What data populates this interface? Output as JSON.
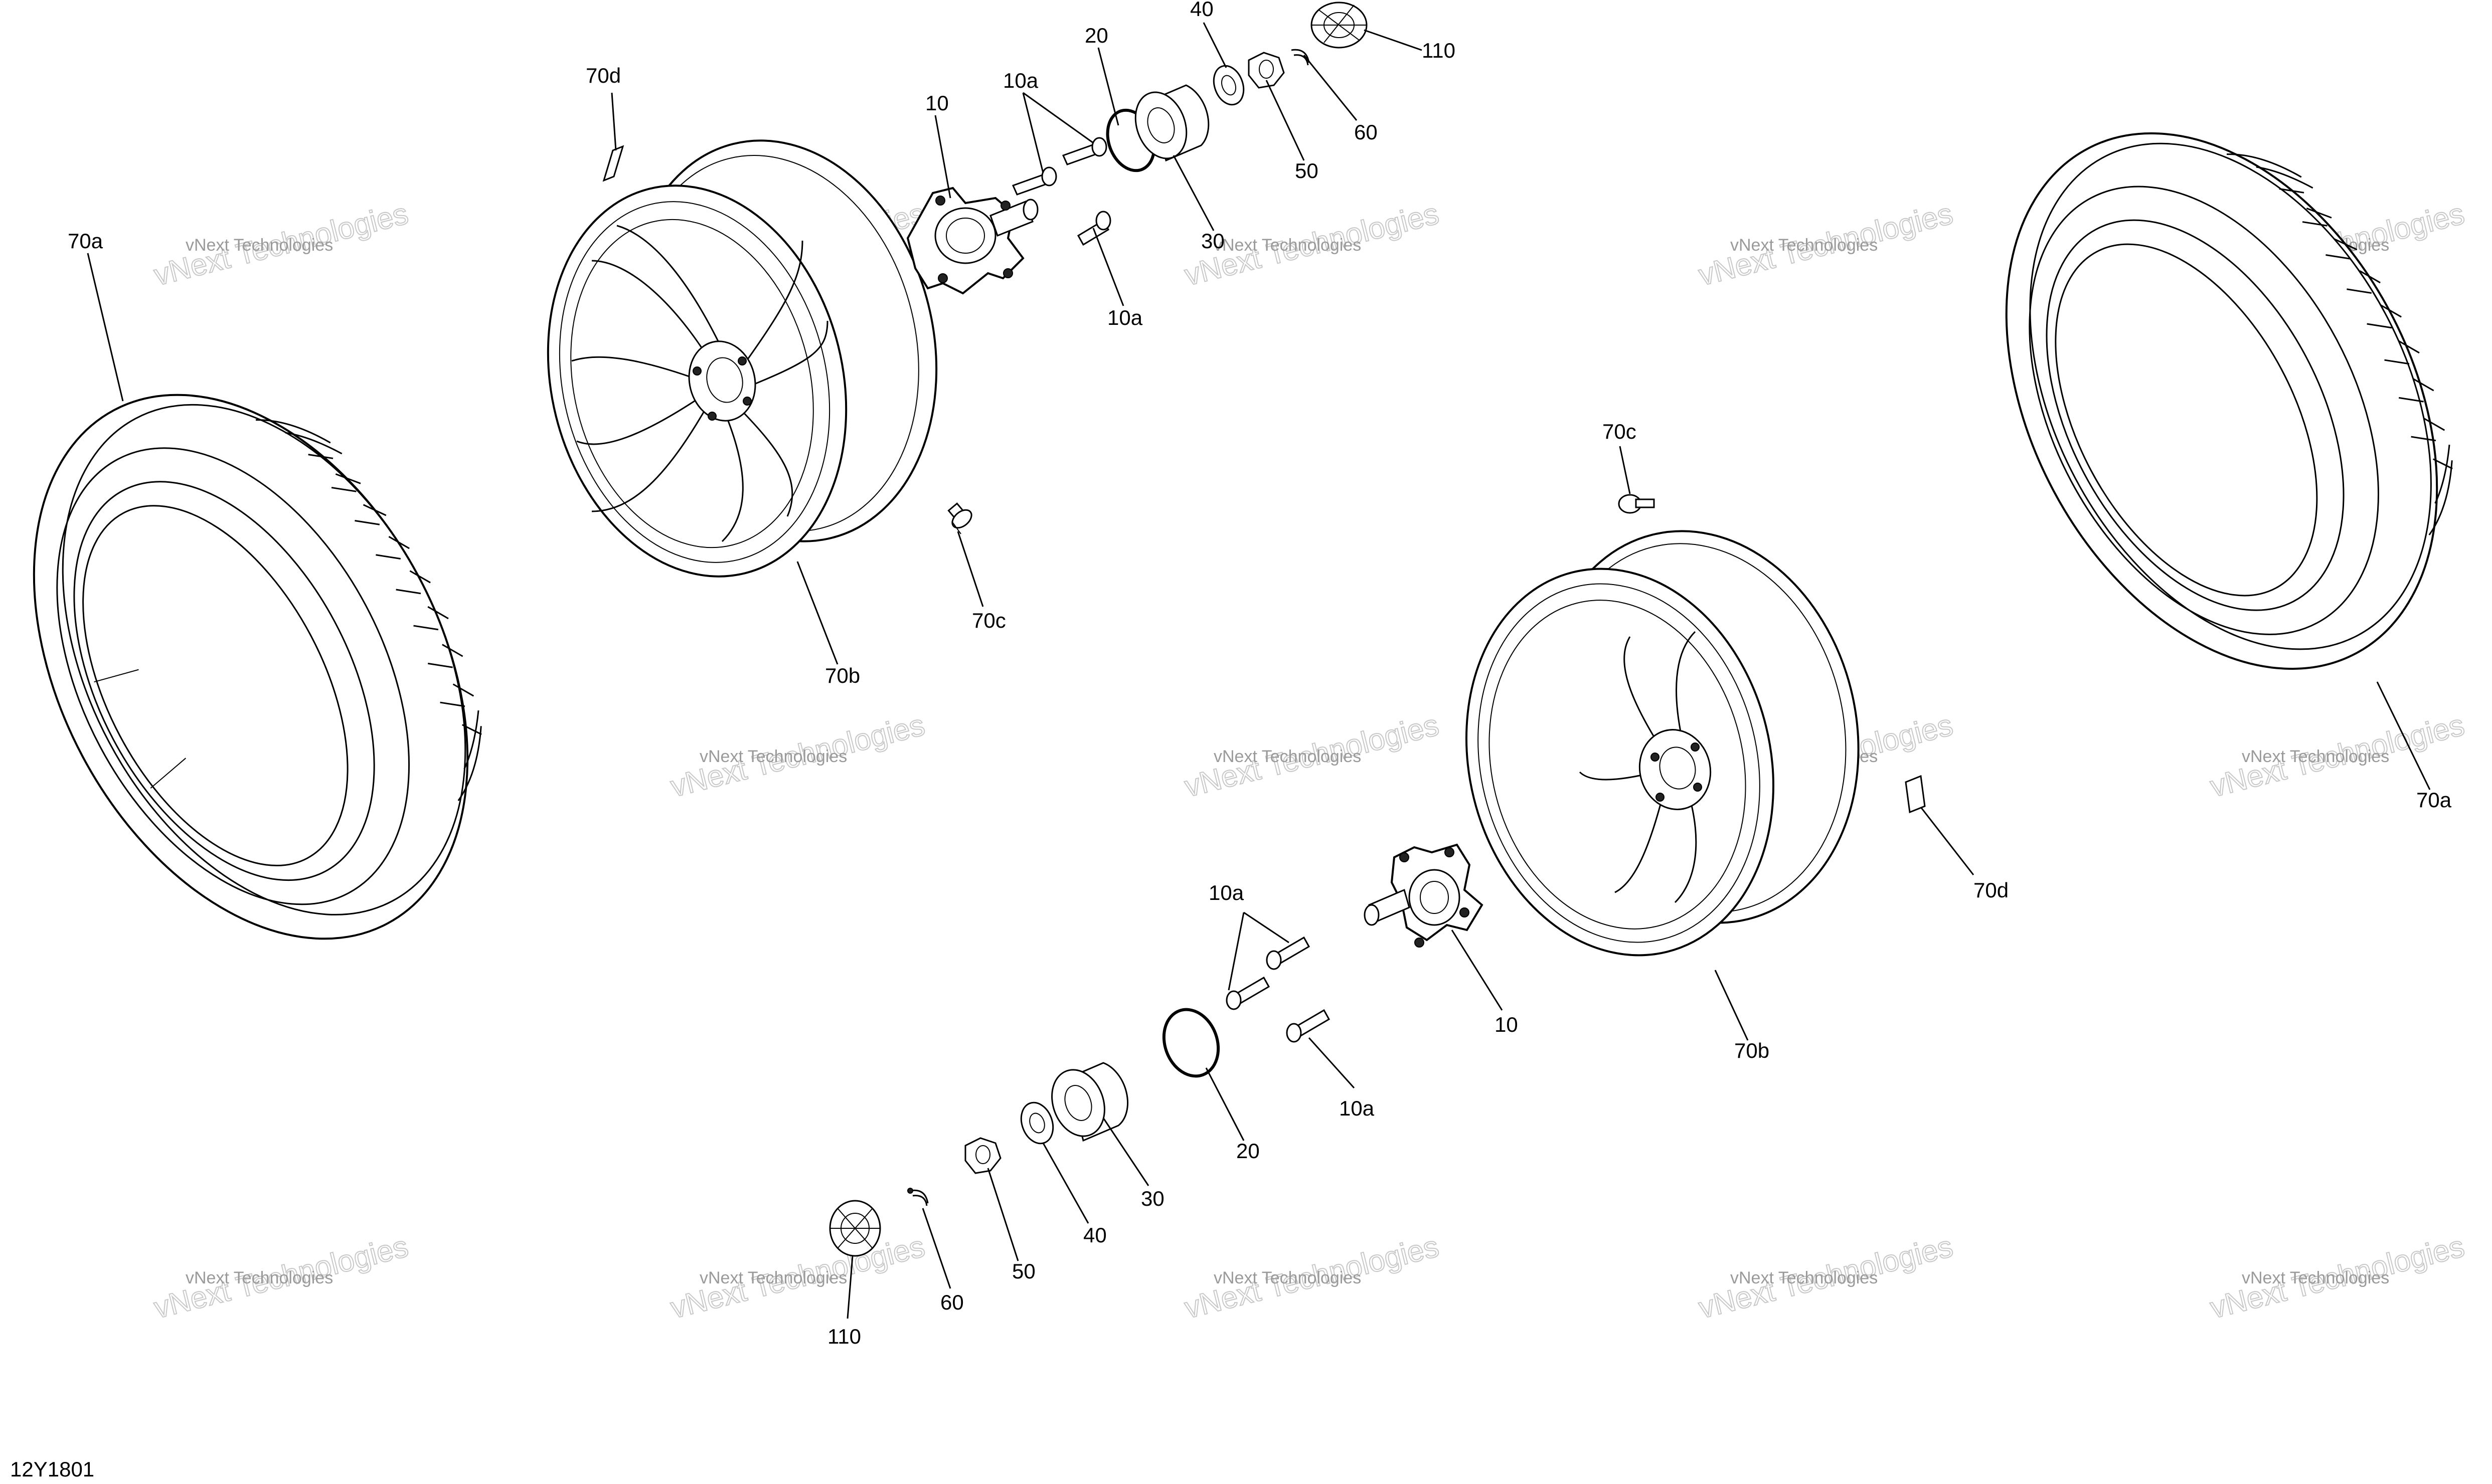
{
  "diagram_code": "12Y1801",
  "watermark": {
    "line1": "vNext Technologies",
    "line2": "vNext\nTechnologies"
  },
  "callouts": {
    "front_hub": "10",
    "front_stud_top": "10a",
    "front_stud_bottom": "10a",
    "front_snap_ring": "20",
    "front_bearing": "30",
    "front_washer": "40",
    "front_nut": "50",
    "front_cotter": "60",
    "front_cap": "110",
    "left_tire": "70a",
    "left_rim": "70b",
    "left_valve": "70c",
    "left_weight": "70d",
    "rear_hub": "10",
    "rear_stud_top": "10a",
    "rear_stud_bottom": "10a",
    "rear_snap_ring": "20",
    "rear_bearing": "30",
    "rear_washer": "40",
    "rear_nut": "50",
    "rear_cotter": "60",
    "rear_cap": "110",
    "right_tire": "70a",
    "right_rim": "70b",
    "right_valve": "70c",
    "right_weight": "70d"
  }
}
